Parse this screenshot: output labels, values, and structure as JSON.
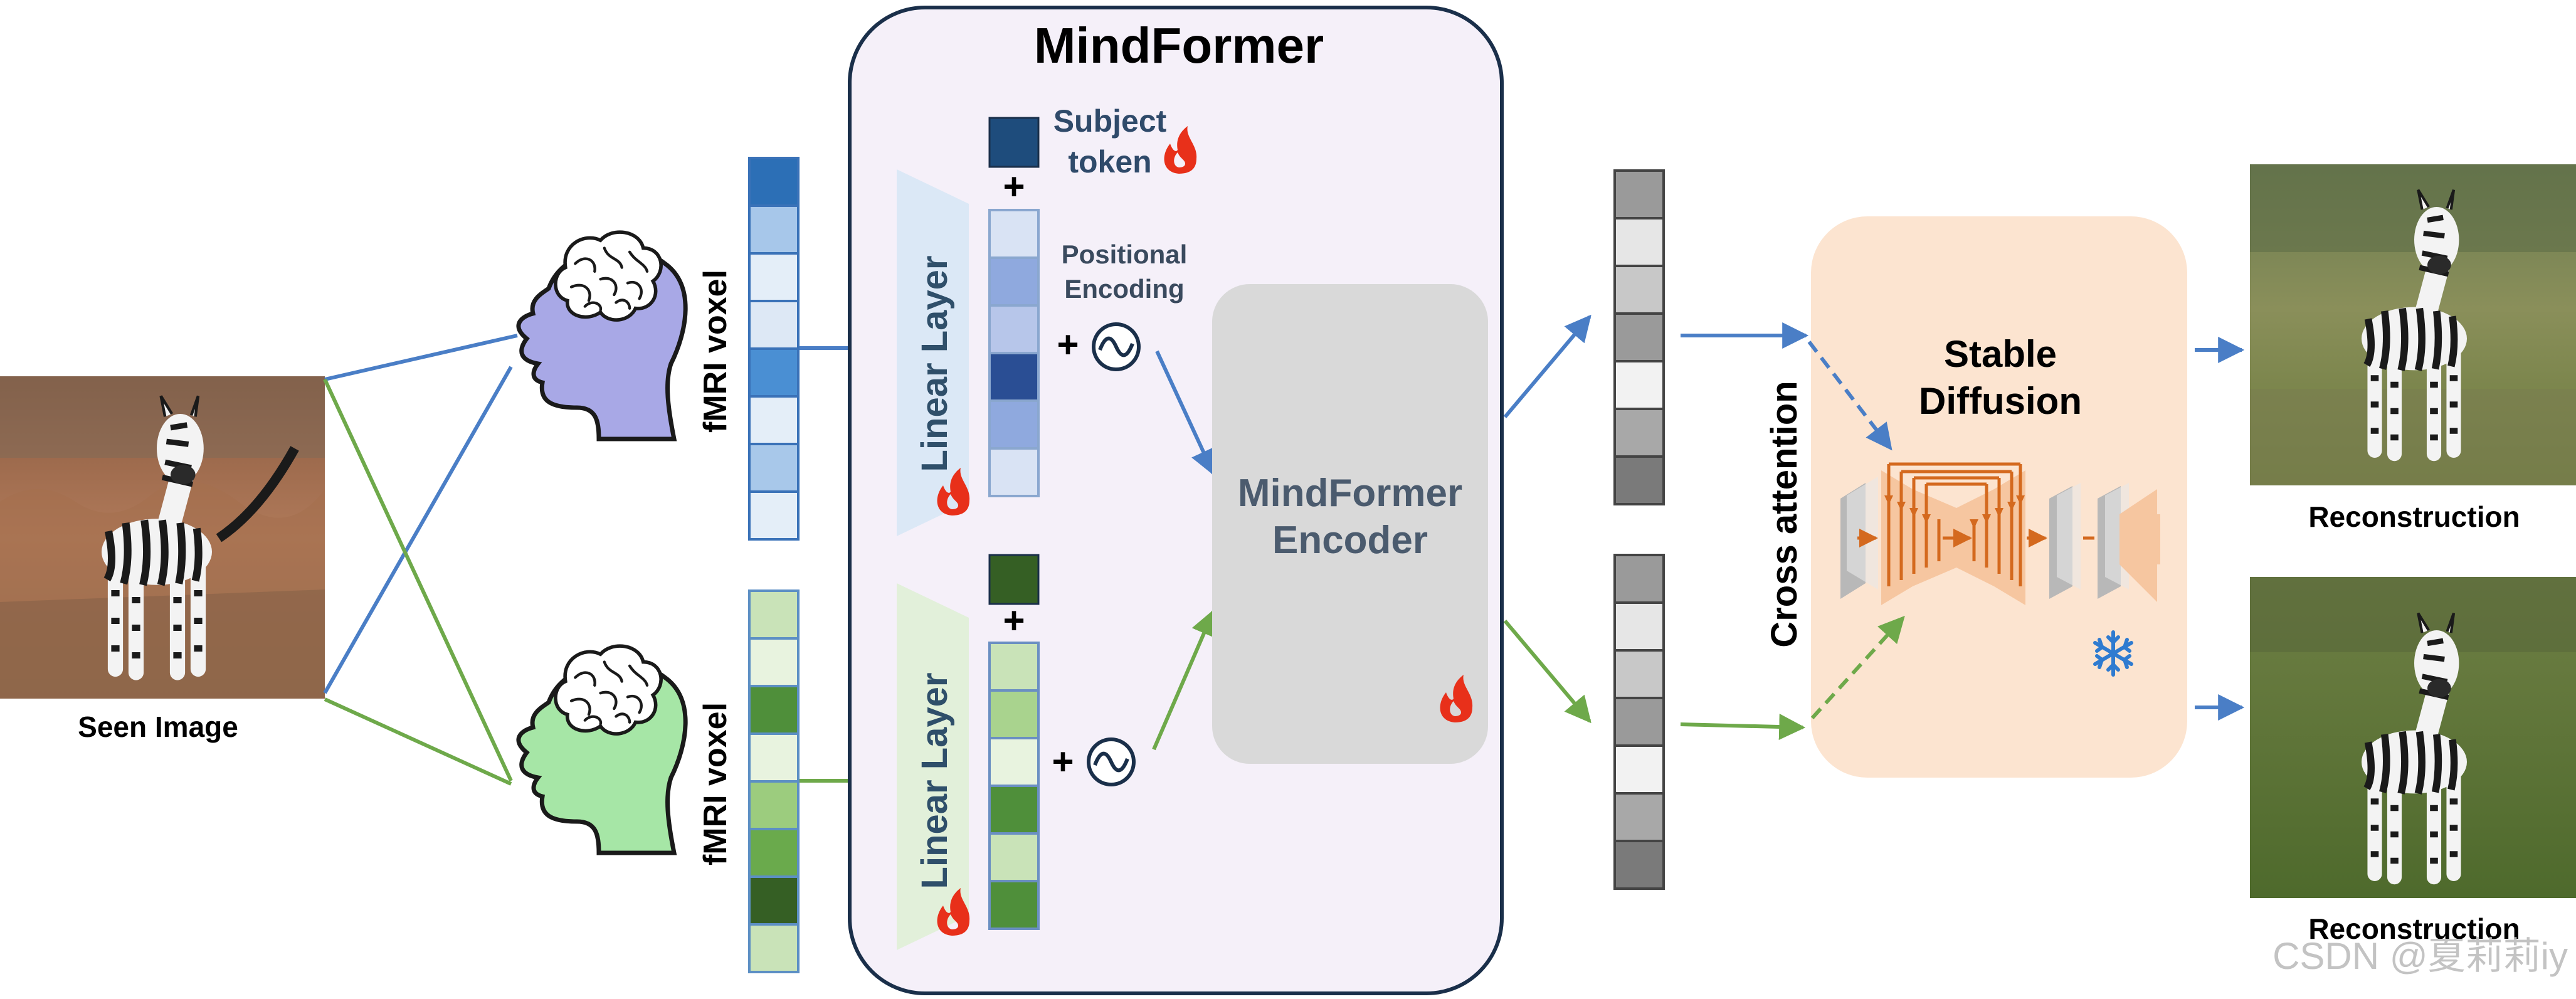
{
  "title": "MindFormer",
  "labels": {
    "seen_image": "Seen Image",
    "fmri_voxel_top": "fMRI voxel",
    "fmri_voxel_bottom": "fMRI voxel",
    "linear_layer_top": "Linear Layer",
    "linear_layer_bottom": "Linear Layer",
    "subject_token_line1": "Subject",
    "subject_token_line2": "token",
    "positional_encoding_line1": "Positional",
    "positional_encoding_line2": "Encoding",
    "encoder_line1": "MindFormer",
    "encoder_line2": "Encoder",
    "cross_attention": "Cross attention",
    "stable_diffusion_line1": "Stable",
    "stable_diffusion_line2": "Diffusion",
    "reconstruction_top": "Reconstruction",
    "reconstruction_bottom": "Reconstruction",
    "plus": "+",
    "watermark": "CSDN @夏莉莉iy"
  },
  "colors": {
    "blue_line": "#4a7ec6",
    "green_line": "#6ea94a",
    "mindformer_bg": "#f5f0f9",
    "encoder_bg": "#d9d9d9",
    "diffusion_bg": "#fce4d0",
    "flame": "#e8301a",
    "snowflake": "#2f7bd0"
  },
  "voxels": {
    "top": [
      "#2c6fb6",
      "#a7c7ea",
      "#e4eef8",
      "#dde8f5",
      "#4a8fd3",
      "#e4eef8",
      "#a8c8ea",
      "#e4eef8"
    ],
    "bottom": [
      "#c9e3b8",
      "#e8f3df",
      "#4f8f3a",
      "#e8f3df",
      "#9ccc7e",
      "#6aaa4c",
      "#355f24",
      "#c9e3b8"
    ]
  },
  "tokens": {
    "top_subject": "#1e4c7c",
    "top_column": [
      "#d9e3f4",
      "#8fa9de",
      "#b7c6ea",
      "#2a4e94",
      "#8fa9de",
      "#d9e3f4"
    ],
    "bottom_subject": "#355f24",
    "bottom_column": [
      "#c9e3b8",
      "#a9d38e",
      "#e8f3df",
      "#4f8f3a",
      "#c9e3b8",
      "#4f8f3a"
    ]
  },
  "embeddings": {
    "top": [
      "#9a9a9a",
      "#e6e6e6",
      "#c8c8c8",
      "#9a9a9a",
      "#f2f2f2",
      "#a8a8a8",
      "#7a7a7a"
    ],
    "bottom": [
      "#9a9a9a",
      "#e6e6e6",
      "#c8c8c8",
      "#9a9a9a",
      "#f2f2f2",
      "#a8a8a8",
      "#7a7a7a"
    ]
  }
}
